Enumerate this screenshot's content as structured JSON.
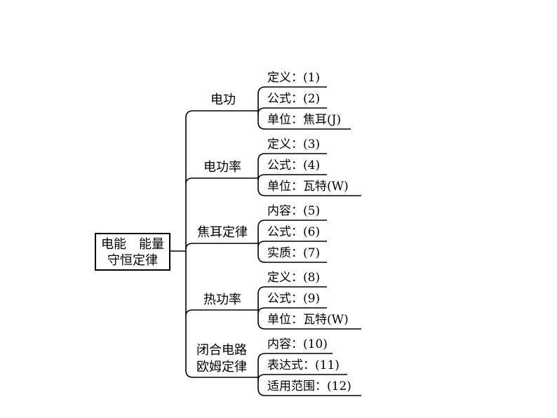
{
  "root": {
    "line1": "电能　能量",
    "line2": "守恒定律"
  },
  "branches": [
    {
      "label_lines": [
        "电功"
      ],
      "items": [
        "定义：(1)",
        "公式：(2)",
        "单位：焦耳(J)"
      ]
    },
    {
      "label_lines": [
        "电功率"
      ],
      "items": [
        "定义：(3)",
        "公式：(4)",
        "单位：瓦特(W)"
      ]
    },
    {
      "label_lines": [
        "焦耳定律"
      ],
      "items": [
        "内容：(5)",
        "公式：(6)",
        "实质：(7)"
      ]
    },
    {
      "label_lines": [
        "热功率"
      ],
      "items": [
        "定义：(8)",
        "公式：(9)",
        "单位：瓦特(W)"
      ]
    },
    {
      "label_lines": [
        "闭合电路",
        "欧姆定律"
      ],
      "items": [
        "内容：(10)",
        "表达式：(11)",
        "适用范围：(12)"
      ]
    }
  ]
}
